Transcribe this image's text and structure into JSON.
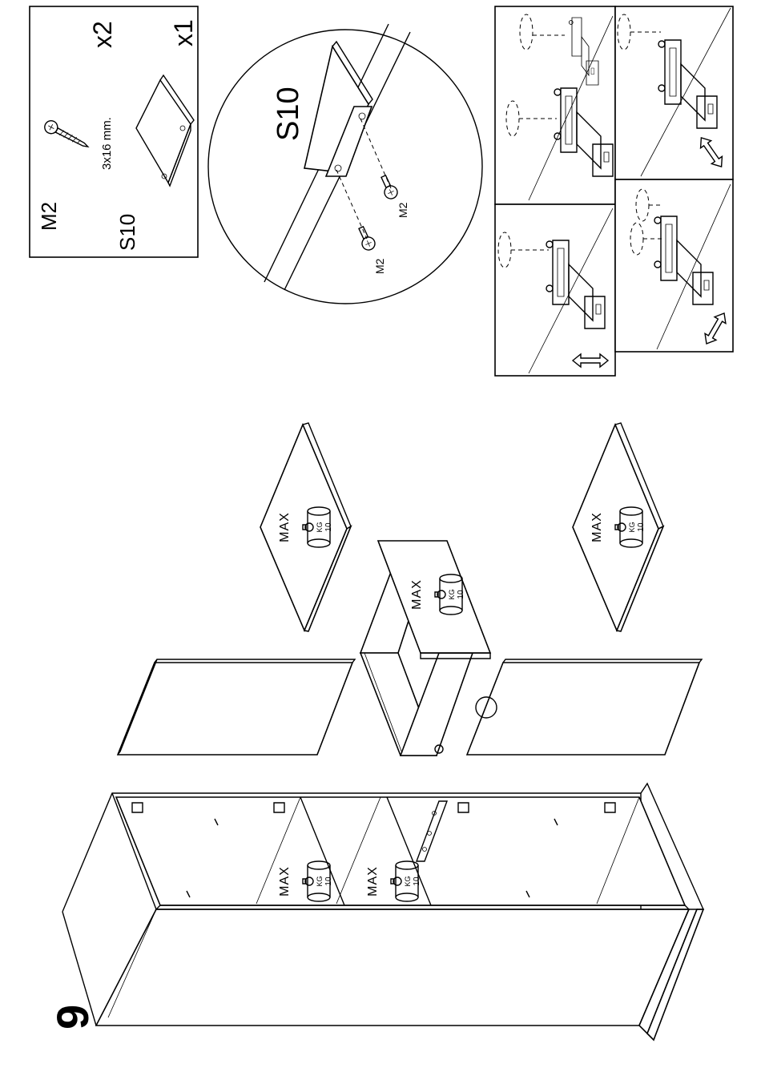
{
  "step": {
    "number": "9"
  },
  "parts_box": {
    "screw": {
      "code": "M2",
      "size": "3x16 mm.",
      "qty": "x2"
    },
    "shelf_bracket": {
      "code": "S10",
      "qty": "x1"
    }
  },
  "detail_circle": {
    "part_label": "S10",
    "screw_labels": [
      "M2",
      "M2"
    ]
  },
  "load_badge": {
    "max": "MAX",
    "unit": "KG",
    "value": "10"
  },
  "icons": [
    "screw-icon",
    "shelf-bracket-icon",
    "weight-icon",
    "hinge-adjust-icon",
    "double-arrow-icon",
    "magnifier-circle-icon"
  ]
}
